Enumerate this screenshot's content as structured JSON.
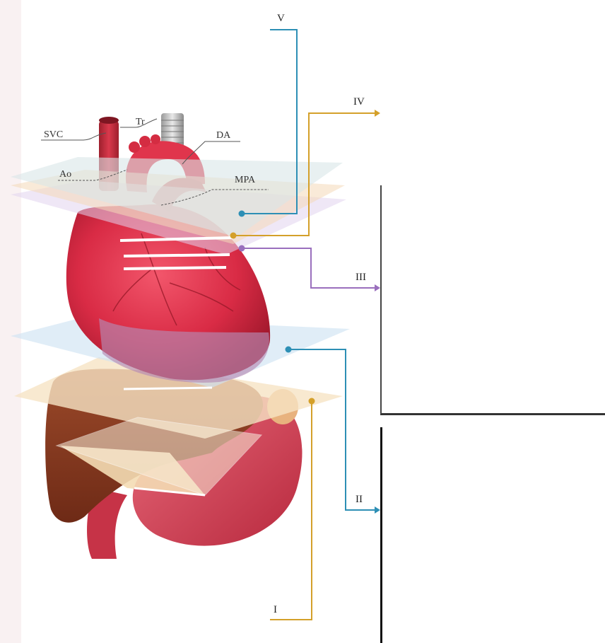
{
  "anatomy_labels": {
    "svc": "SVC",
    "tr": "Tr",
    "da": "DA",
    "ao": "Ao",
    "mpa": "MPA"
  },
  "planes": [
    {
      "id": "V",
      "label": "V",
      "color": "#2d8fb5"
    },
    {
      "id": "IV",
      "label": "IV",
      "color": "#d4a02a"
    },
    {
      "id": "III",
      "label": "III",
      "color": "#9a6fbd"
    },
    {
      "id": "II",
      "label": "II",
      "color": "#2d8fb5"
    },
    {
      "id": "I",
      "label": "I",
      "color": "#d4a02a"
    }
  ]
}
